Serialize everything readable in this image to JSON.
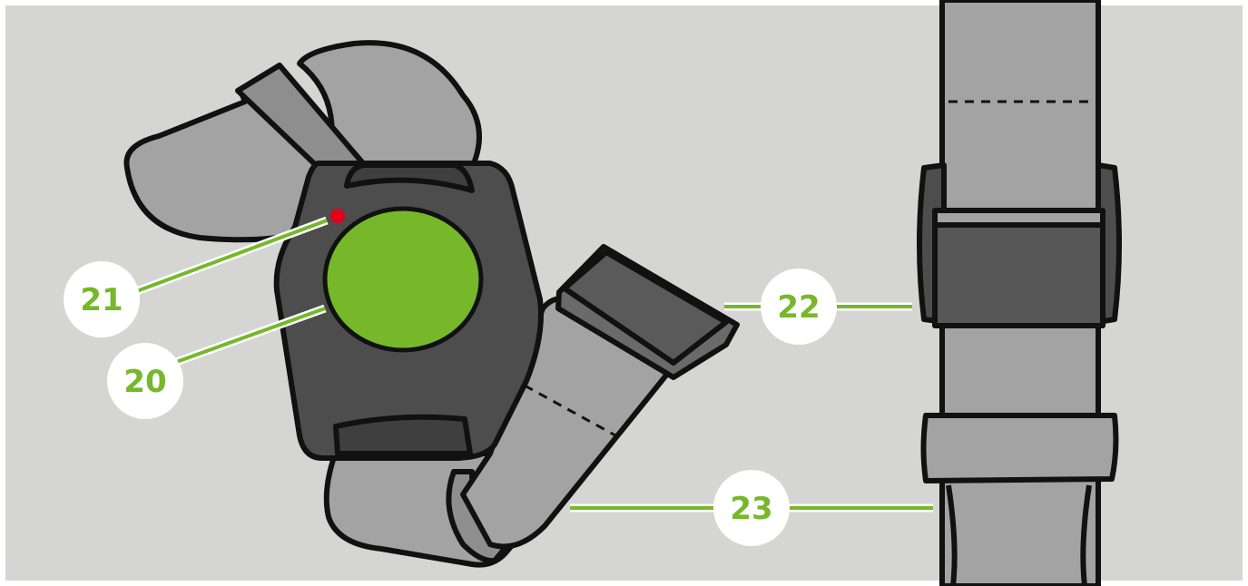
{
  "colors": {
    "background": "#d5d5d4",
    "strap": "#a3a3a3",
    "strap_dark": "#8e8e8e",
    "housing": "#4d4d4d",
    "button": "#76b82a",
    "led": "#e3001b",
    "outline": "#111111",
    "callout_line": "#76b82a",
    "callout_text": "#76b82a",
    "callout_circle": "#ffffff"
  },
  "callouts": [
    {
      "id": "21",
      "label": "21",
      "target": "status-led"
    },
    {
      "id": "20",
      "label": "20",
      "target": "alarm-button"
    },
    {
      "id": "22",
      "label": "22",
      "target": "strap-clip"
    },
    {
      "id": "23",
      "label": "23",
      "target": "strap"
    }
  ]
}
